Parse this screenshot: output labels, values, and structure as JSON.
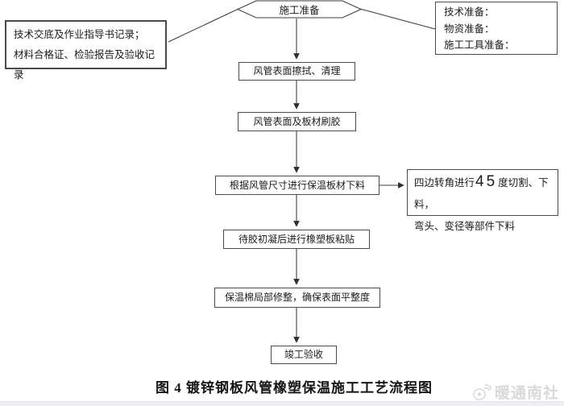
{
  "colors": {
    "background": "#ffffff",
    "line": "#3f3f3f",
    "box_border": "#4a4a4a",
    "text": "#1b1b1b",
    "caption_text": "#161616",
    "watermark": "#d9d9d9"
  },
  "diagram": {
    "start_label": "施工准备",
    "left_note": {
      "line1": "技术交底及作业指导书记录；",
      "line2": "材料合格证、检验报告及验收记录"
    },
    "right_note": {
      "line1": "技术准备：",
      "line2": "物资准备：",
      "line3": "施工工具准备："
    },
    "steps": [
      "风管表面擦拭、清理",
      "风管表面及板材刷胶",
      "根据风管尺寸进行保温板材下料",
      "待胶初凝后进行橡塑板粘贴",
      "保温棉局部修整，确保表面平整度",
      "竣工验收"
    ],
    "branch": {
      "line1_pre": "四边转角进行",
      "line1_num": "45",
      "line1_post": "度切割、下料，",
      "line2": "弯头、变径等部件下料"
    }
  },
  "caption": "图 4 镀锌钢板风管橡塑保温施工工艺流程图",
  "watermark": {
    "label": "暖通南社",
    "icon": "weibo-icon"
  }
}
